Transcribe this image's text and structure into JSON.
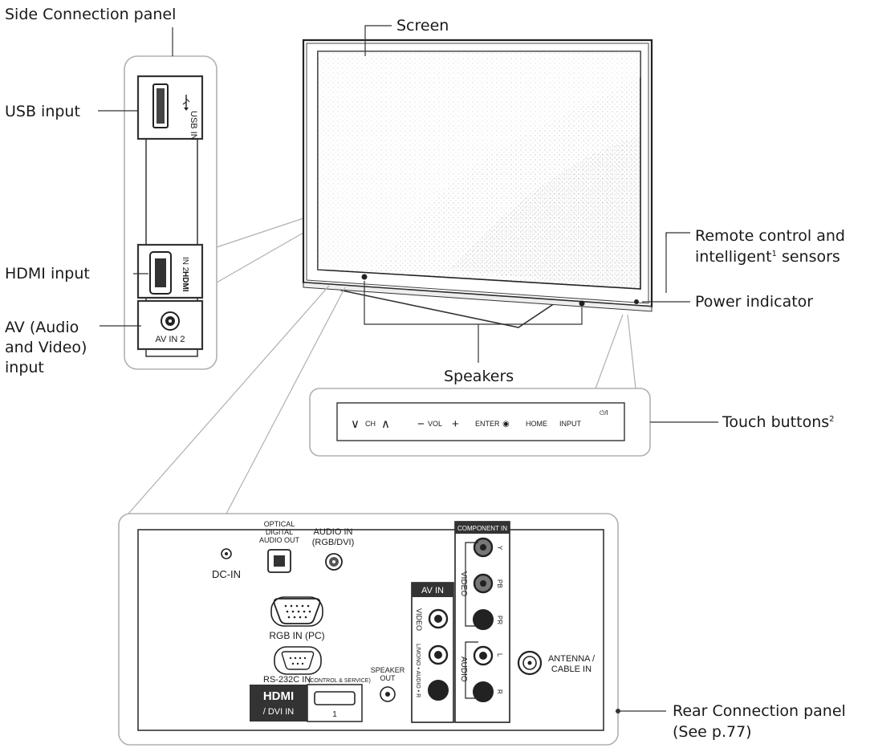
{
  "callouts": {
    "side_panel": "Side Connection panel",
    "usb_input": "USB input",
    "hdmi_input": "HDMI input",
    "av_input_line1": "AV (Audio",
    "av_input_line2": "and Video)",
    "av_input_line3": "input",
    "screen": "Screen",
    "remote_line1": "Remote control and",
    "remote_line2_a": "intelligent",
    "remote_line2_sup": "1",
    "remote_line2_b": " sensors",
    "power_indicator": "Power indicator",
    "speakers": "Speakers",
    "touch_buttons": "Touch buttons",
    "touch_buttons_sup": "2",
    "rear_panel_line1": "Rear Connection panel",
    "rear_panel_line2": "(See p.77)"
  },
  "side_panel": {
    "usb_label": "USB IN",
    "hdmi_label": "IN 2",
    "hdmi_logo": "HDMI",
    "av_label": "AV IN 2"
  },
  "touch_buttons": {
    "ch_down": "∨",
    "ch": "CH",
    "ch_up": "∧",
    "vol_down": "−",
    "vol": "VOL",
    "vol_up": "+",
    "enter": "ENTER",
    "enter_dot": "◉",
    "home": "HOME",
    "input": "INPUT",
    "power": "⏻/I"
  },
  "rear_panel": {
    "dc_in": "DC-IN",
    "optical_l1": "OPTICAL",
    "optical_l2": "DIGITAL",
    "optical_l3": "AUDIO OUT",
    "audio_in_l1": "AUDIO IN",
    "audio_in_l2": "(RGB/DVI)",
    "rgb_in": "RGB IN (PC)",
    "rs232": "RS-232C IN",
    "rs232_small": "(CONTROL & SERVICE)",
    "hdmi_logo": "HDMI",
    "dvi_in": "/ DVI IN",
    "hdmi_port_num": "1",
    "speaker_out_l1": "SPEAKER",
    "speaker_out_l2": "OUT",
    "av_in": "AV IN",
    "av_video": "VIDEO",
    "av_audio": "L/MONO • AUDIO • R",
    "component_in": "COMPONENT IN",
    "comp_video": "VIDEO",
    "comp_audio": "AUDIO",
    "comp_y": "Y",
    "comp_pb": "PB",
    "comp_pr": "PR",
    "comp_l": "L",
    "comp_r": "R",
    "antenna_l1": "ANTENNA /",
    "antenna_l2": "CABLE IN"
  }
}
